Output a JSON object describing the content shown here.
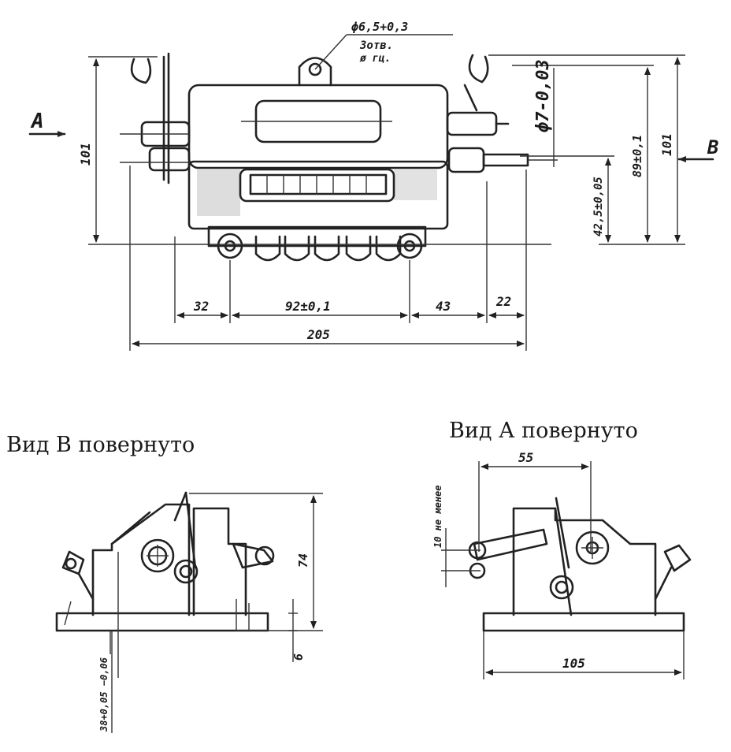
{
  "labels": {
    "arrow_a": "A",
    "arrow_b": "B",
    "view_b_title": "Вид В повернуто",
    "view_a_title": "Вид А повернуто"
  },
  "dimensions": {
    "hole_dia": "ϕ6,5+0,3",
    "hole_count": "3отв.",
    "hole_note": "ø гц.",
    "pin_dia": "ϕ7-0,03",
    "height_left": "101",
    "height_right": "101",
    "height_89": "89±0,1",
    "height_42": "42,5±0,05",
    "dim_32": "32",
    "dim_92": "92±0,1",
    "dim_43": "43",
    "dim_22": "22",
    "dim_205": "205",
    "dim_74": "74",
    "dim_6": "6",
    "dim_38": "38+0,05 −0,06",
    "dim_10": "10 не менее",
    "dim_55": "55",
    "dim_105": "105"
  },
  "colors": {
    "ink": "#1a1a1a",
    "paper": "#ffffff",
    "shade": "#cfcfcf"
  }
}
